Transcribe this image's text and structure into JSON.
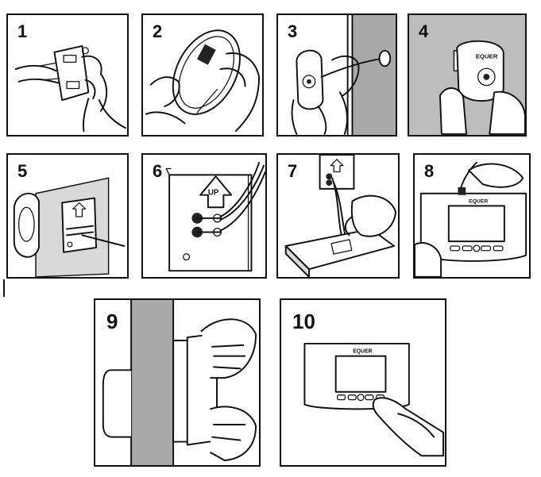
{
  "steps": [
    {
      "number": "1"
    },
    {
      "number": "2"
    },
    {
      "number": "3"
    },
    {
      "number": "4"
    },
    {
      "number": "5"
    },
    {
      "number": "6"
    },
    {
      "number": "7"
    },
    {
      "number": "8"
    },
    {
      "number": "9"
    },
    {
      "number": "10"
    }
  ],
  "labels": {
    "up_arrow": "UP",
    "brand": "EQUER"
  },
  "colors": {
    "wall_gray": "#a8a8a8",
    "outline": "#111111"
  }
}
